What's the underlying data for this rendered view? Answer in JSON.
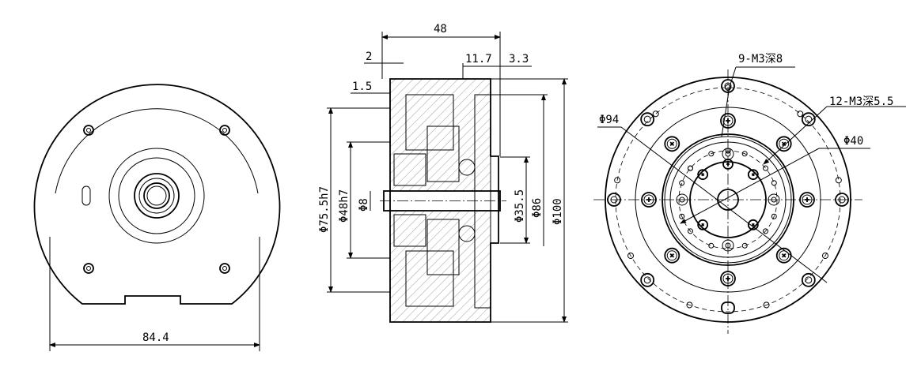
{
  "left_view": {
    "width_dim": "84.4"
  },
  "section_view": {
    "length_dim": "48",
    "dim_2": "2",
    "dim_1_5": "1.5",
    "dim_11_7": "11.7",
    "dim_3_3": "3.3",
    "dia_75_5": "Φ75.5h7",
    "dia_48": "Φ48h7",
    "dia_8": "Φ8",
    "dia_35_5": "Φ35.5",
    "dia_86": "Φ86",
    "dia_100": "Φ100"
  },
  "front_view": {
    "callout_9": "9-M3深8",
    "callout_12": "12-M3深5.5",
    "dia_94": "Φ94",
    "dia_40": "Φ40"
  }
}
